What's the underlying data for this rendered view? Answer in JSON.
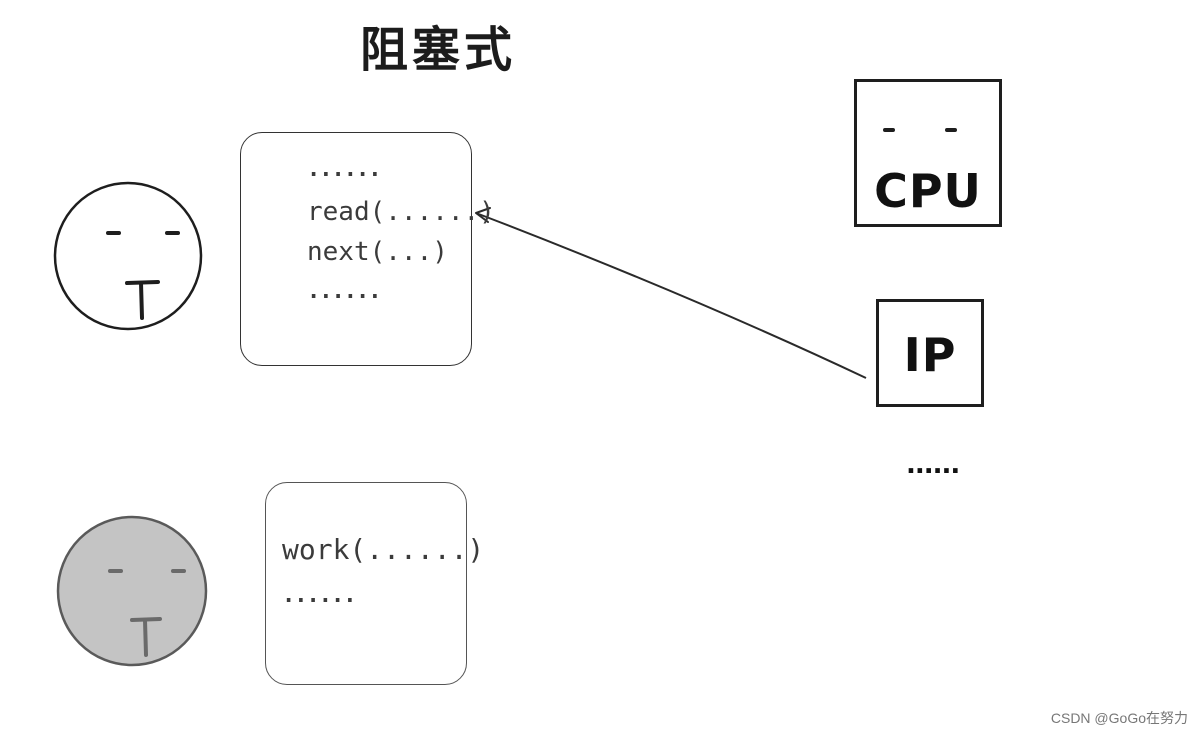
{
  "title": "阻塞式",
  "thread_blocked": {
    "code_lines": [
      "......",
      "read(......)",
      "next(...)",
      "......"
    ]
  },
  "thread_waiting": {
    "code_lines": [
      "work(......)",
      "......"
    ]
  },
  "cpu": {
    "label": "CPU"
  },
  "ip": {
    "label": "IP"
  },
  "more_below_ip": "......",
  "watermark": "CSDN @GoGo在努力",
  "colors": {
    "face_active_fill": "#ffffff",
    "face_waiting_fill": "#c4c4c4",
    "stroke": "#1e1e1e"
  }
}
